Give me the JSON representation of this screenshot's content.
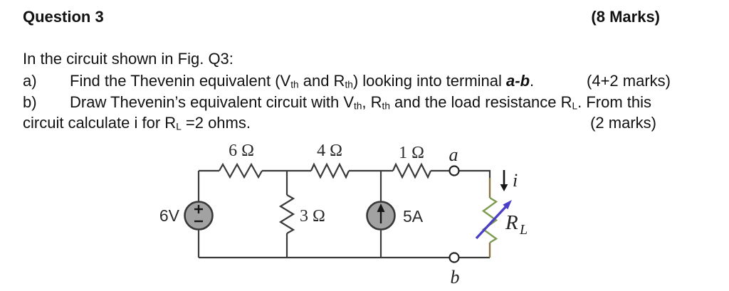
{
  "header": {
    "title": "Question 3",
    "marks": "(8 Marks)"
  },
  "intro": "In the circuit shown in Fig. Q3:",
  "part_a": {
    "label": "a)",
    "text_1": "Find the Thevenin equivalent (V",
    "sub_1": "th",
    "text_2": " and R",
    "sub_2": "th",
    "text_3": ") looking into terminal ",
    "terminal": "a-b",
    "text_4": ".",
    "marks": "(4+2 marks)"
  },
  "part_b": {
    "label": "b)",
    "text_1": "Draw Thevenin’s equivalent circuit with V",
    "sub_1": "th",
    "text_2": ", R",
    "sub_2": "th",
    "text_3": " and the load resistance R",
    "sub_3": "L",
    "text_4": ". From this"
  },
  "part_b_cont": {
    "text_1": "circuit calculate i for R",
    "sub_1": "L",
    "text_2": " =2 ohms.",
    "marks": "(2 marks)"
  },
  "circuit": {
    "labels": {
      "r6": "6 Ω",
      "r4": "4 Ω",
      "r1": "1 Ω",
      "r3": "3 Ω",
      "voltage_source": "6V",
      "current_source": "5A",
      "terminal_a": "a",
      "terminal_b": "b",
      "load_current": "i",
      "load_name": "R",
      "load_sub": "L"
    },
    "colors": {
      "wire": "#3a3a3a",
      "source_fill": "#a2a2a2",
      "source_stroke": "#383838",
      "load_resistor": "#7d9b50",
      "load_arrow": "#4b3fc6",
      "load_stub": "#8a7340"
    }
  }
}
